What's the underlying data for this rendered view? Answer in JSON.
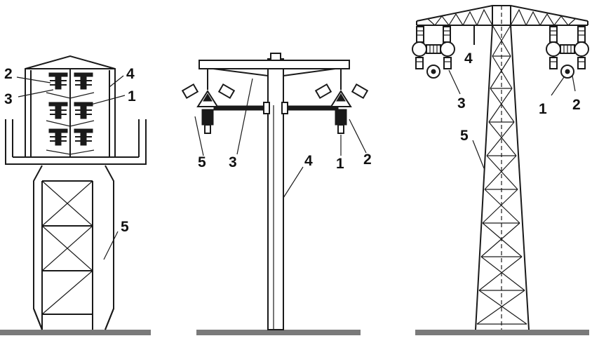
{
  "figure": {
    "tower_a": {
      "callouts": [
        "2",
        "3",
        "1",
        "4",
        "5"
      ]
    },
    "pole_b": {
      "callouts": [
        "5",
        "3",
        "4",
        "1",
        "2"
      ]
    },
    "tower_c": {
      "callouts": [
        "4",
        "3",
        "1",
        "2",
        "5"
      ]
    }
  },
  "colors": {
    "line": "#1a1a1a",
    "background": "#ffffff",
    "ground": "#7a7a7a"
  }
}
